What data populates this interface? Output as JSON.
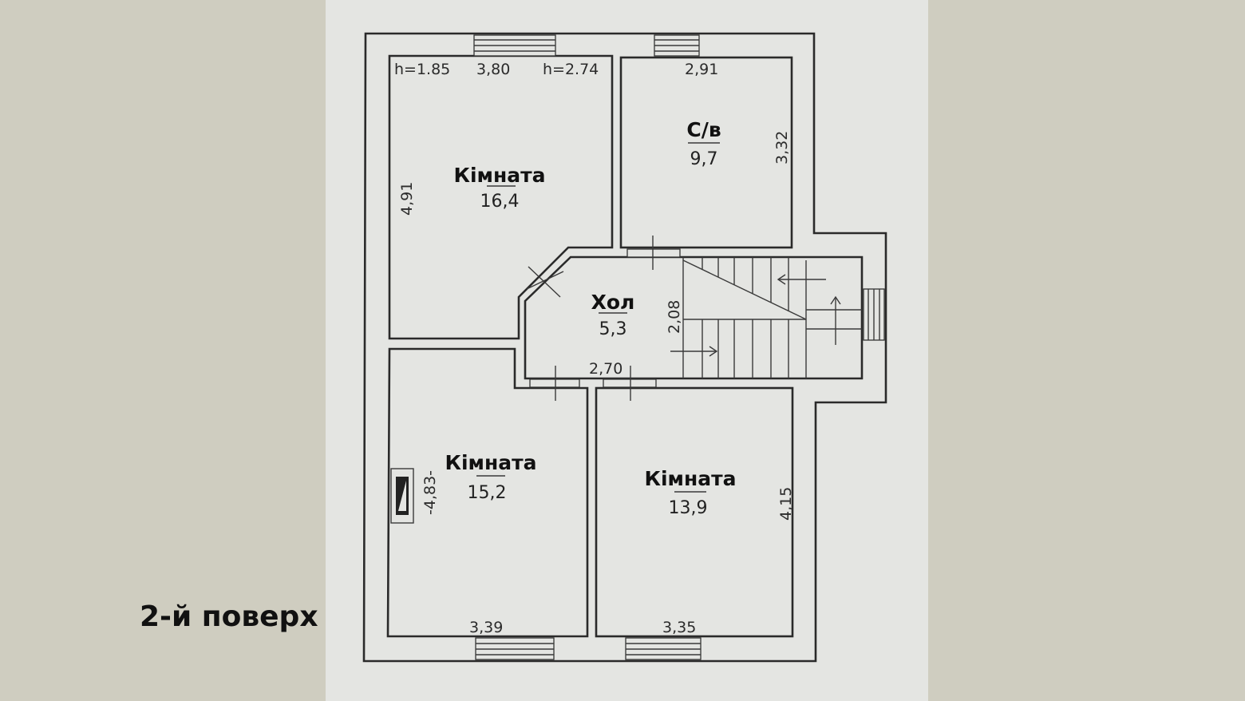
{
  "caption": "2-й поверх",
  "rooms": [
    {
      "name": "Кімната",
      "area": "16,4"
    },
    {
      "name": "С/в",
      "area": "9,7"
    },
    {
      "name": "Хол",
      "area": "5,3"
    },
    {
      "name": "Кімната",
      "area": "15,2"
    },
    {
      "name": "Кімната",
      "area": "13,9"
    }
  ],
  "dimensions": {
    "room1_h_left": "h=1.85",
    "room1_width": "3,80",
    "room1_h_right": "h=2.74",
    "room1_height": "4,91",
    "bath_width": "2,91",
    "bath_height": "3,32",
    "hall_height": "2,08",
    "hall_width": "2,70",
    "room3_height": "-4,83-",
    "room3_width": "3,39",
    "room4_width": "3,35",
    "room4_height": "4,15"
  }
}
